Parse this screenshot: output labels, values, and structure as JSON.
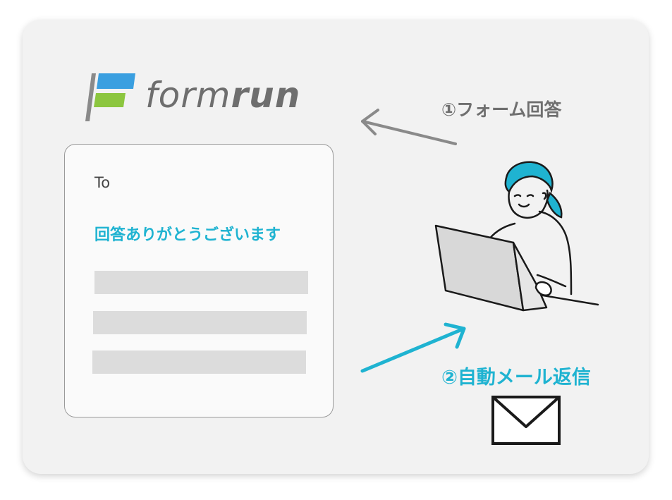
{
  "logo": {
    "text_light": "form",
    "text_bold": "run",
    "colors": {
      "blue": "#3a9fe0",
      "green": "#8cc63f",
      "gray": "#6e6e6e"
    }
  },
  "email": {
    "to_label": "To",
    "subject": "回答ありがとうございます"
  },
  "steps": {
    "step1_label": "①フォーム回答",
    "step2_label": "②自動メール返信"
  },
  "colors": {
    "accent": "#1fb3d1",
    "arrow_gray": "#8a8a8a",
    "placeholder_bar": "#dcdcdc"
  },
  "icons": {
    "person": "person-with-laptop-icon",
    "envelope": "envelope-icon",
    "arrow_back": "arrow-left-icon",
    "arrow_forward": "arrow-right-icon"
  }
}
